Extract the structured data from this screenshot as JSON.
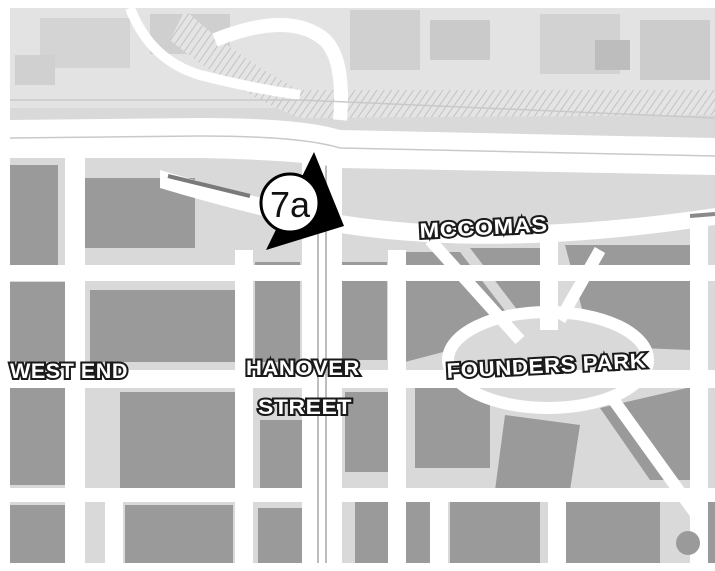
{
  "map": {
    "labels": {
      "mccomas": "MCCOMAS",
      "west_end": "WEST END",
      "hanover_line1": "HANOVER",
      "hanover_line2": "STREET",
      "founders_park": "FOUNDERS PARK"
    },
    "marker": {
      "text": "7a",
      "icon": "direction-marker-icon"
    },
    "colors": {
      "background": "#ffffff",
      "block": "#9b9b9b",
      "block_light": "#d7d7d7",
      "block_upper": "#e2e2e2",
      "rail_hatch": "#c4c4c4",
      "text_fill": "#ffffff",
      "text_outline": "#1a1a1a",
      "marker": "#000000"
    }
  }
}
